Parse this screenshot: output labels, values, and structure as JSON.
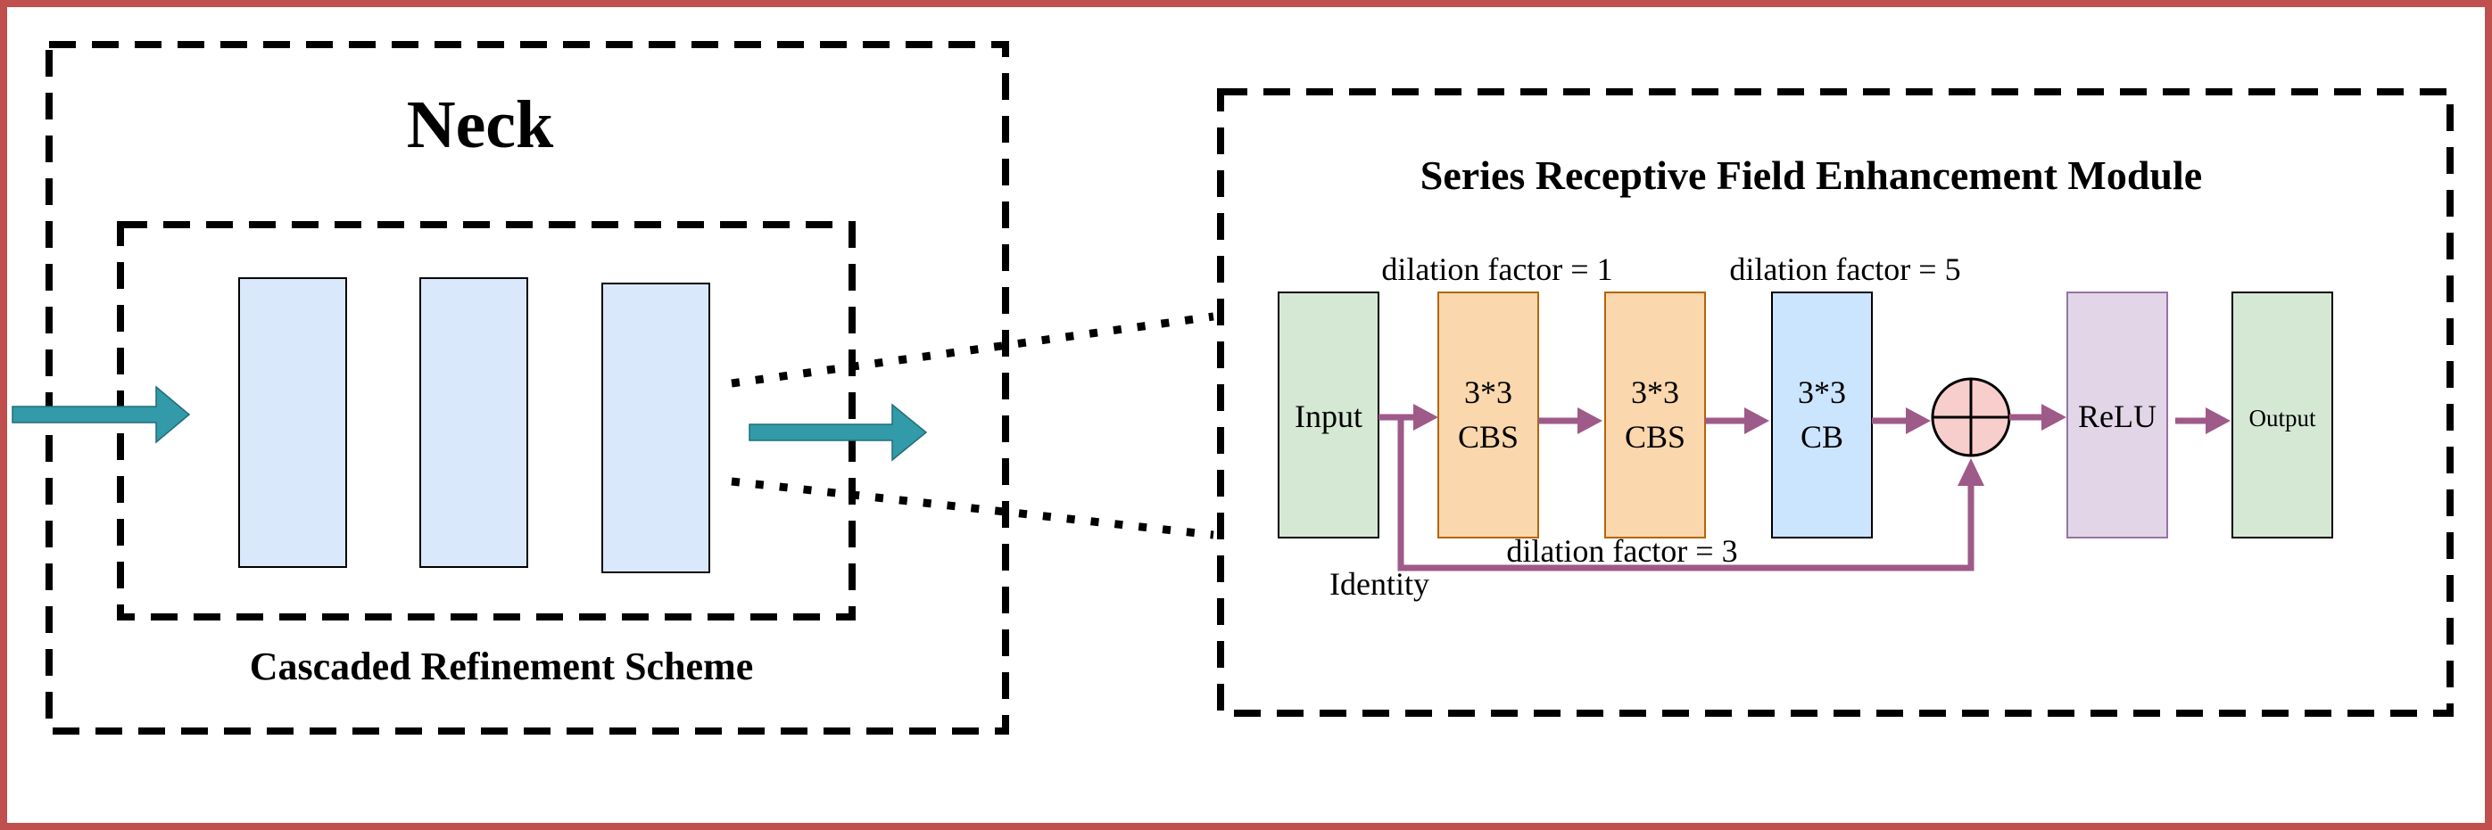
{
  "neck": {
    "title": "Neck",
    "caption": "Cascaded Refinement Scheme"
  },
  "module": {
    "title": "Series Receptive Field Enhancement Module",
    "input_label": "Input",
    "cbs1": {
      "line1": "3*3",
      "line2": "CBS"
    },
    "cbs2": {
      "line1": "3*3",
      "line2": "CBS"
    },
    "cb": {
      "line1": "3*3",
      "line2": "CB"
    },
    "relu_label": "ReLU",
    "output_label": "Output",
    "dilation_1": "dilation factor = 1",
    "dilation_3": "dilation factor = 3",
    "dilation_5": "dilation factor = 5",
    "identity_label": "Identity"
  },
  "colors": {
    "frame": "#c0504d",
    "teal_arrow": "#329aa8",
    "purple_arrow": "#9e5a88",
    "light_blue_fill": "#dae8fc",
    "green_fill": "#d5e8d4",
    "orange_fill": "#fad7ac",
    "orange_stroke": "#b46504",
    "blue_fill": "#cce5ff",
    "relu_fill": "#e1d5e7",
    "relu_stroke": "#9673a6",
    "sum_fill": "#f8cecc"
  }
}
